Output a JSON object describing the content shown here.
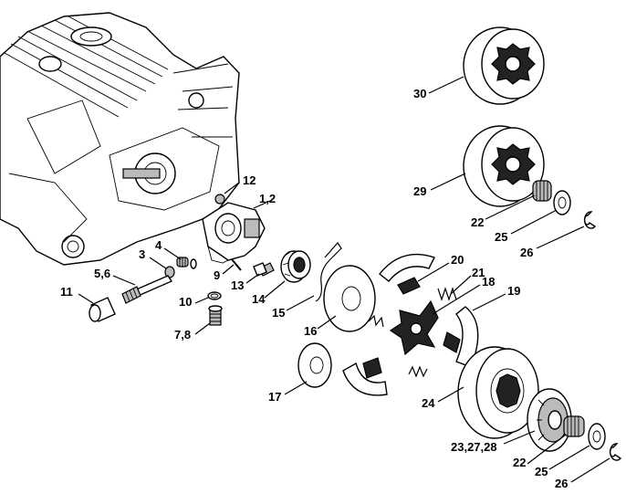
{
  "labels": {
    "l30": "30",
    "l29": "29",
    "l22a": "22",
    "l25a": "25",
    "l26a": "26",
    "l12": "12",
    "l12b": "1,2",
    "l3": "3",
    "l4": "4",
    "l56": "5,6",
    "l9": "9",
    "l13": "13",
    "l11": "11",
    "l10": "10",
    "l78": "7,8",
    "l14": "14",
    "l15": "15",
    "l16": "16",
    "l20": "20",
    "l21": "21",
    "l18": "18",
    "l19": "19",
    "l17": "17",
    "l24": "24",
    "l232728": "23,27,28",
    "l22b": "22",
    "l25b": "25",
    "l26b": "26"
  }
}
